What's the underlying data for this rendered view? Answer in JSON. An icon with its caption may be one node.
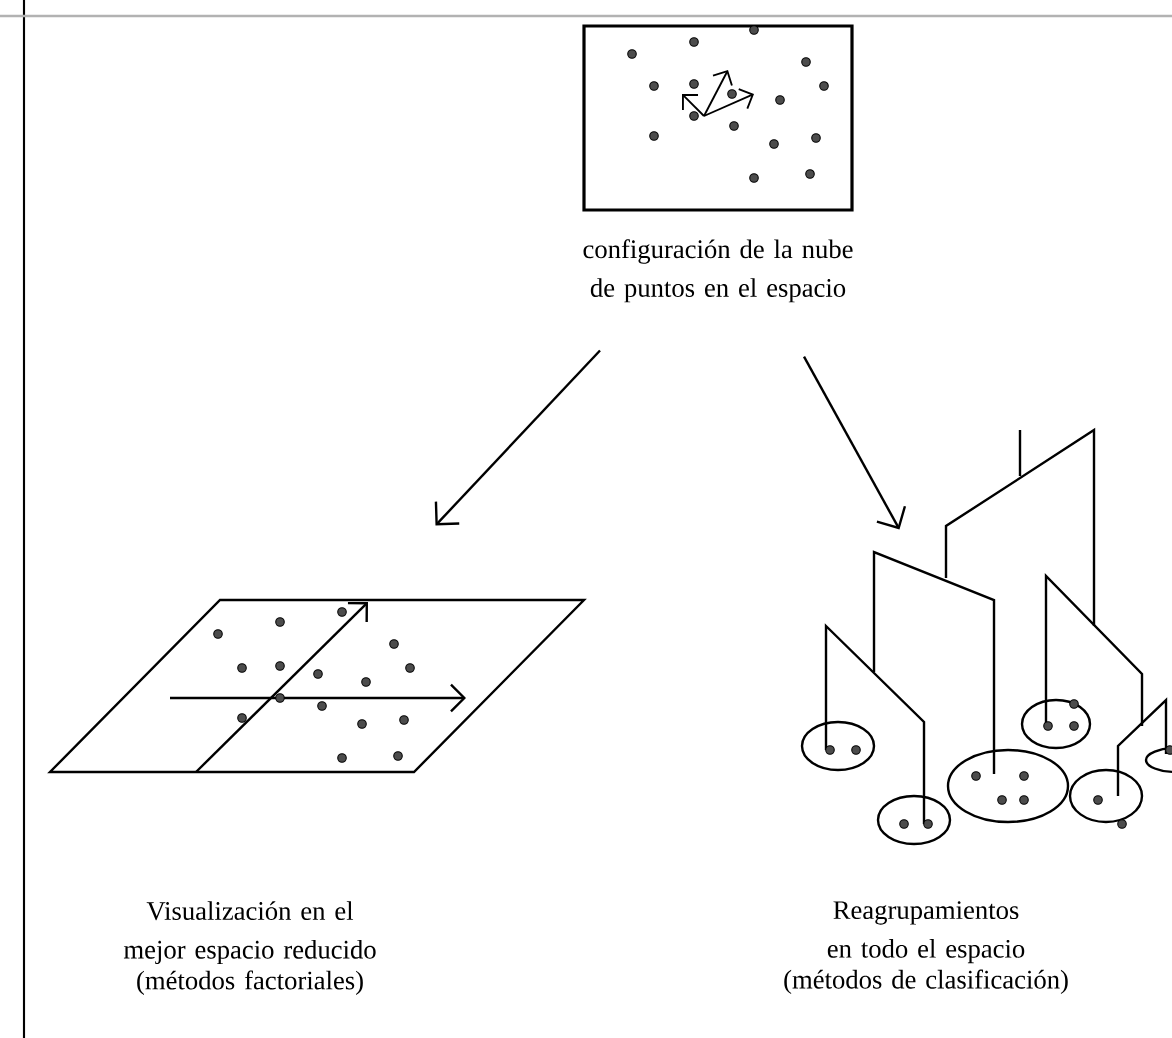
{
  "diagram": {
    "nodes": [
      {
        "text": [],
        "shape": "box",
        "beside": [
          "configuración de la nube de puntos en el espacio"
        ]
      },
      {
        "text": [],
        "shape": "picture",
        "beside": [
          "Visualización en el mejor espacio reducido",
          "(métodos factoriales)"
        ]
      },
      {
        "text": [],
        "shape": "picture",
        "beside": [
          "Reagrupamientos en todo el espacio",
          "(métodos de clasificación)"
        ]
      }
    ],
    "edges": [
      {
        "from": 0,
        "to": 1,
        "arrow": "to"
      },
      {
        "from": 0,
        "to": 2,
        "arrow": "to"
      }
    ]
  }
}
